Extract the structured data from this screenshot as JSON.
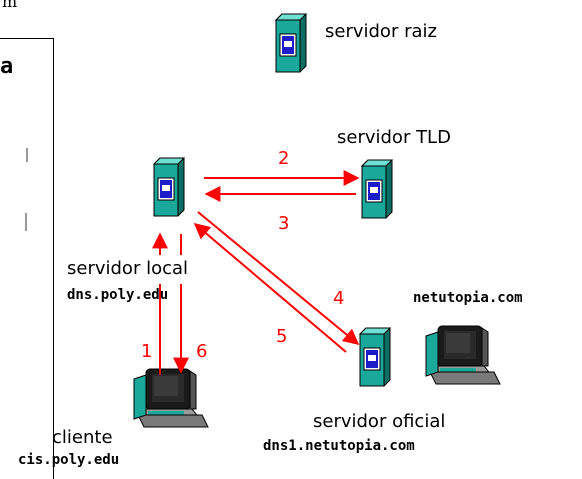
{
  "nodes": {
    "root": {
      "label": "servidor raiz"
    },
    "tld": {
      "label": "servidor TLD"
    },
    "local": {
      "label": "servidor local",
      "host": "dns.poly.edu"
    },
    "authoritative": {
      "label": "servidor oficial",
      "host": "dns1.netutopia.com"
    },
    "netutopia": {
      "host": "netutopia.com"
    },
    "client": {
      "label": "cliente",
      "host": "cis.poly.edu"
    }
  },
  "steps": [
    "1",
    "2",
    "3",
    "4",
    "5",
    "6"
  ],
  "left_panel_fragments": {
    "top_text": "m",
    "bold_letter": "a"
  },
  "colors": {
    "arrow": "#ff0000",
    "server_body": "#1aa89a",
    "server_screen": "#1c1cc8",
    "monitor": "#1a1a1a"
  }
}
